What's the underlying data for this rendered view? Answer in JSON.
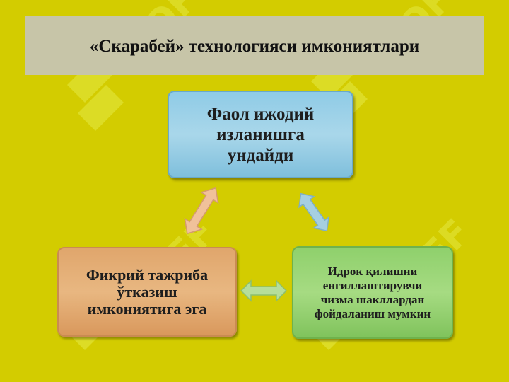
{
  "title": "«Скарабей» технологияси имкониятлари",
  "boxes": {
    "top": "Фаол ижодий\nизланишга\nундайди",
    "left": "Фикрий тажриба\nўтказиш\nимкониятига эга",
    "right": "Идрок қилишни\nенгиллаштирувчи\nчизма шакллардан\nфойдаланиш мумкин"
  },
  "colors": {
    "background": "#d3cc00",
    "title_band": "#c7c5a8",
    "top_box": "#a9d7ea",
    "left_box": "#e8b781",
    "right_box": "#a6db82",
    "arrow_top_left": "#f0c19a",
    "arrow_top_right": "#a6cfe0",
    "arrow_bottom": "#b6de9a"
  },
  "watermark_text": "SOFF"
}
